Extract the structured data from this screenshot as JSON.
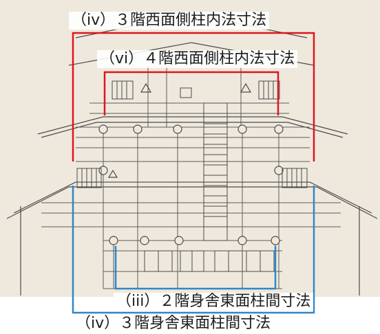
{
  "annotations": {
    "floor3_west_inner": "（iv）３階西面側柱内法寸法",
    "floor4_west_inner": "（vi）４階西面側柱内法寸法",
    "floor2_east_span": "（iii）２階身舎東面柱間寸法",
    "floor3_east_span": "（iv）３階身舎東面柱間寸法"
  },
  "colors": {
    "red_marker": "#e0141e",
    "blue_marker": "#2f86c8",
    "paper": "#efe9dd",
    "ink": "#4a4a4a"
  }
}
